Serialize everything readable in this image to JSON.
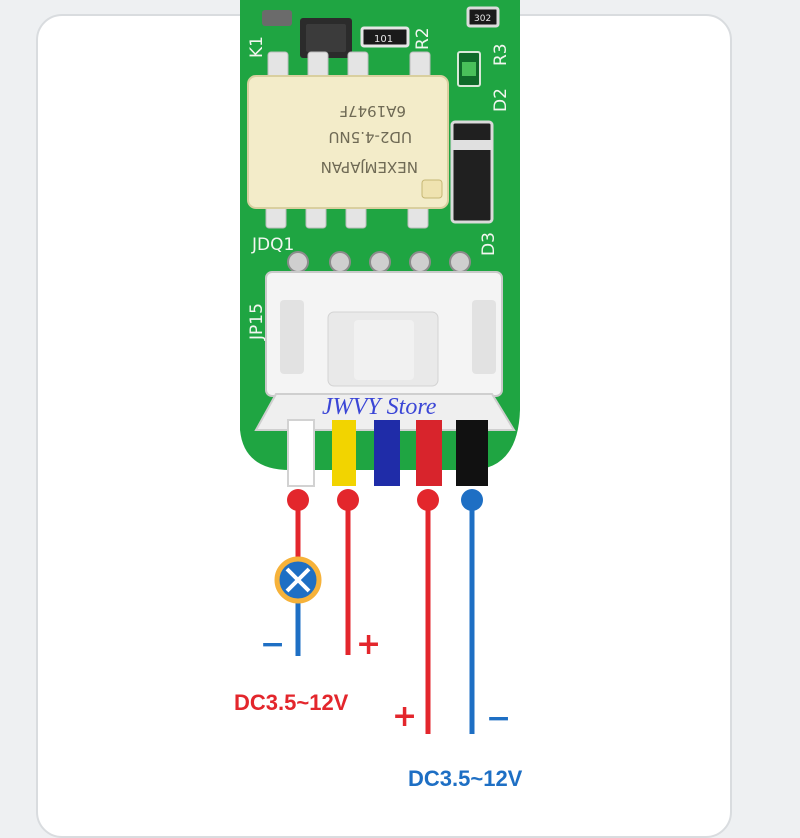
{
  "board": {
    "silkscreen": {
      "k1": "K1",
      "r2": "R2",
      "r3": "R3",
      "d2": "D2",
      "d3": "D3",
      "jdq1": "JDQ1",
      "jp15": "JP15",
      "cap_label": "101",
      "smd_label": "302"
    },
    "relay": {
      "brand": "NEXEMJAPAN",
      "model": "UD2-4.5NU",
      "code": "6A1947F"
    }
  },
  "watermark": "JWVY Store",
  "wires": [
    {
      "color": "#ffffff",
      "name": "white"
    },
    {
      "color": "#f2d400",
      "name": "yellow"
    },
    {
      "color": "#1f2ca8",
      "name": "blue"
    },
    {
      "color": "#d8242c",
      "name": "red"
    },
    {
      "color": "#111111",
      "name": "black"
    }
  ],
  "wiring": {
    "load": {
      "minus_sign": "−",
      "plus_sign": "+",
      "voltage": "DC3.5~12V"
    },
    "power": {
      "plus_sign": "+",
      "minus_sign": "−",
      "voltage": "DC3.5~12V"
    }
  },
  "colors": {
    "pcb_green": "#1fa542",
    "positive_red": "#e3262c",
    "negative_blue": "#1e6fc4",
    "lamp_yellow": "#f6b23a"
  }
}
